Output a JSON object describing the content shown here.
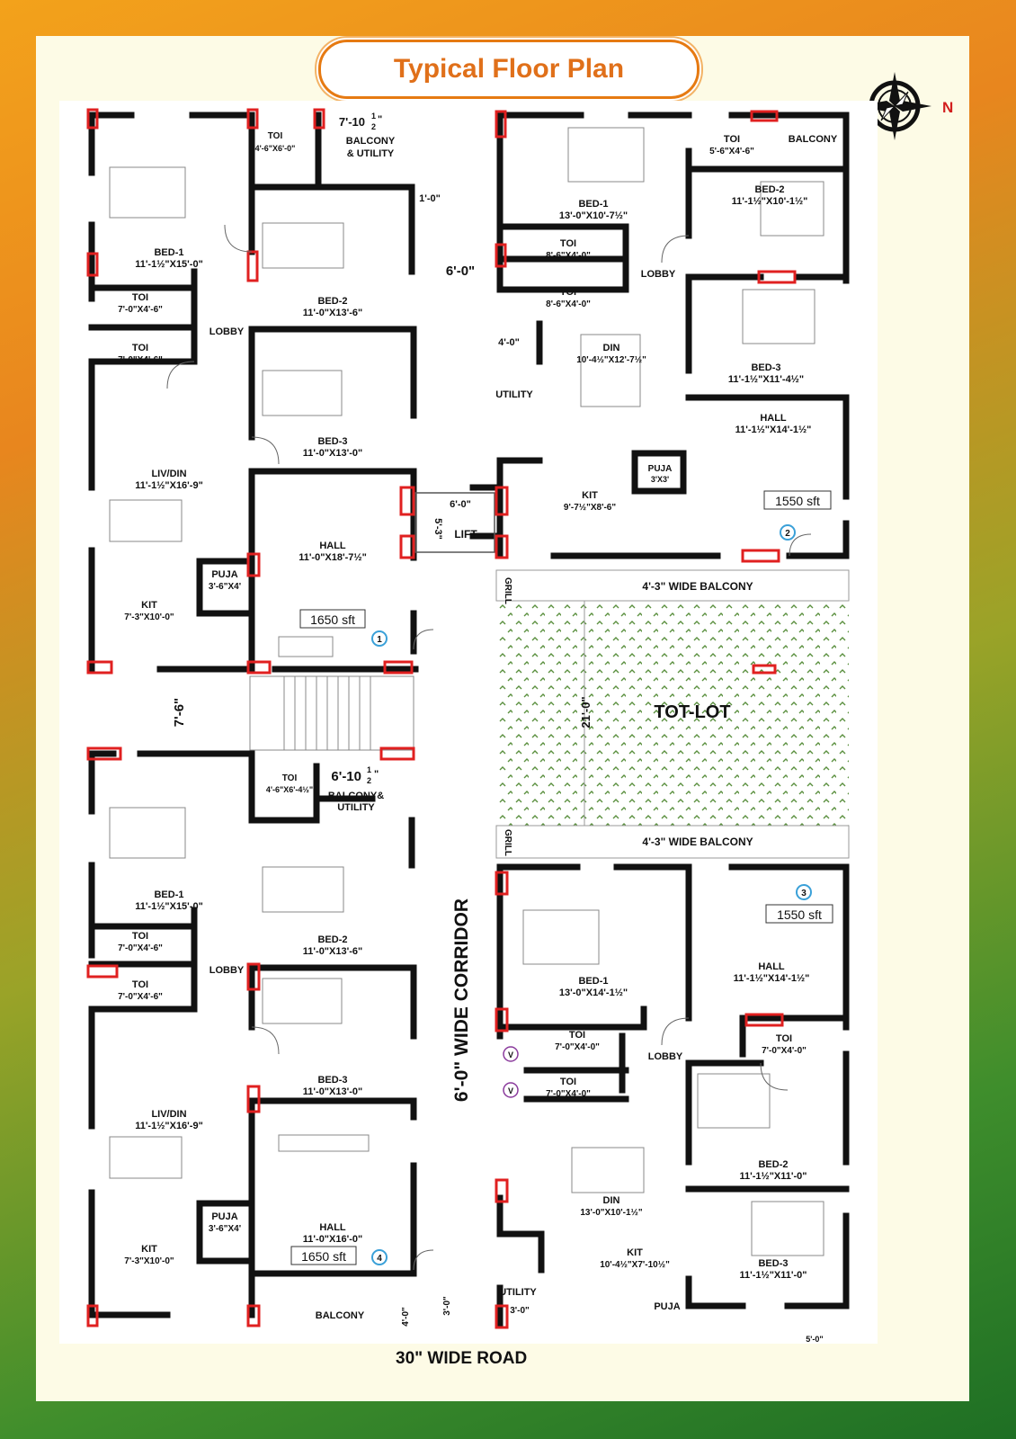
{
  "title": "Typical Floor Plan",
  "compass": {
    "north": "N",
    "icon": "compass-rose-icon"
  },
  "road": "30\" WIDE ROAD",
  "corridor": "6'-0\" WIDE CORRIDOR",
  "colors": {
    "accent": "#e67a12",
    "cream": "#fdfbe6",
    "window": "#e02020",
    "wall": "#111111"
  },
  "dims": {
    "d1": "7'-10",
    "d1f": "1",
    "d1f2": "2",
    "d1b": "\"",
    "d2": "1'-0\"",
    "d3": "6'-0\"",
    "d4": "4'-0\"",
    "d5": "6'-0\"",
    "d6": "5'-3\"",
    "d7": "7'-6\"",
    "d8": "6'-10",
    "d8f": "1",
    "d8f2": "2",
    "d8b": "\"",
    "d9": "21'-0\"",
    "d10": "4'-0\"",
    "d11": "3'-0\"",
    "d12": "3'-0\"",
    "d13": "5'-0\""
  },
  "flat1": {
    "number": "1",
    "area": "1650 sft",
    "toi_a": "TOI",
    "toi_a_dim": "4'-6\"X6'-0\"",
    "balcony": "BALCONY",
    "balcony2": "& UTILITY",
    "bed1": "BED-1",
    "bed1_dim": "11'-1½\"X15'-0\"",
    "bed2": "BED-2",
    "bed2_dim": "11'-0\"X13'-6\"",
    "toi_b": "TOI",
    "toi_b_dim": "7'-0\"X4'-6\"",
    "lobby": "LOBBY",
    "toi_c": "TOI",
    "toi_c_dim": "7'-0\"X4'-6\"",
    "bed3": "BED-3",
    "bed3_dim": "11'-0\"X13'-0\"",
    "liv": "LIV/DIN",
    "liv_dim": "11'-1½\"X16'-9\"",
    "hall": "HALL",
    "hall_dim": "11'-0\"X18'-7½\"",
    "puja": "PUJA",
    "puja_dim": "3'-6\"X4'",
    "kit": "KIT",
    "kit_dim": "7'-3\"X10'-0\""
  },
  "flat2": {
    "number": "2",
    "area": "1550 sft",
    "toi_a": "TOI",
    "toi_a_dim": "5'-6\"X4'-6\"",
    "balcony": "BALCONY",
    "bed1": "BED-1",
    "bed1_dim": "13'-0\"X10'-7½\"",
    "bed2": "BED-2",
    "bed2_dim": "11'-1½\"X10'-1½\"",
    "toi_b": "TOI",
    "toi_b_dim": "8'-6\"X4'-0\"",
    "lobby": "LOBBY",
    "toi_c": "TOI",
    "toi_c_dim": "8'-6\"X4'-0\"",
    "din": "DIN",
    "din_dim": "10'-4½\"X12'-7½\"",
    "utility": "UTILITY",
    "bed3": "BED-3",
    "bed3_dim": "11'-1½\"X11'-4½\"",
    "hall": "HALL",
    "hall_dim": "11'-1½\"X14'-1½\"",
    "puja": "PUJA",
    "puja_dim": "3'X3'",
    "kit": "KIT",
    "kit_dim": "9'-7½\"X8'-6\""
  },
  "common": {
    "lift": "LIFT",
    "grill": "GRILL",
    "balcony_wide": "4'-3\" WIDE BALCONY",
    "totlot": "TOT-LOT"
  },
  "flat4": {
    "number": "4",
    "area": "1650 sft",
    "toi_a": "TOI",
    "toi_a_dim": "4'-6\"X6'-4½\"",
    "balcony": "BALCONY&",
    "balcony2": "UTILITY",
    "bed1": "BED-1",
    "bed1_dim": "11'-1½\"X15'-0\"",
    "bed2": "BED-2",
    "bed2_dim": "11'-0\"X13'-6\"",
    "toi_b": "TOI",
    "toi_b_dim": "7'-0\"X4'-6\"",
    "lobby": "LOBBY",
    "toi_c": "TOI",
    "toi_c_dim": "7'-0\"X4'-6\"",
    "bed3": "BED-3",
    "bed3_dim": "11'-0\"X13'-0\"",
    "liv": "LIV/DIN",
    "liv_dim": "11'-1½\"X16'-9\"",
    "hall": "HALL",
    "hall_dim": "11'-0\"X16'-0\"",
    "puja": "PUJA",
    "puja_dim": "3'-6\"X4'",
    "kit": "KIT",
    "kit_dim": "7'-3\"X10'-0\"",
    "balcony_bottom": "BALCONY"
  },
  "flat3": {
    "number": "3",
    "area": "1550 sft",
    "bed1": "BED-1",
    "bed1_dim": "13'-0\"X14'-1½\"",
    "hall": "HALL",
    "hall_dim": "11'-1½\"X14'-1½\"",
    "toi_a": "TOI",
    "toi_a_dim": "7'-0\"X4'-0\"",
    "lobby": "LOBBY",
    "toi_b": "TOI",
    "toi_b_dim": "7'-0\"X4'-0\"",
    "toi_c": "TOI",
    "toi_c_dim": "7'-0\"X4'-0\"",
    "v": "V",
    "bed2": "BED-2",
    "bed2_dim": "11'-1½\"X11'-0\"",
    "din": "DIN",
    "din_dim": "13'-0\"X10'-1½\"",
    "kit": "KIT",
    "kit_dim": "10'-4½\"X7'-10½\"",
    "bed3": "BED-3",
    "bed3_dim": "11'-1½\"X11'-0\"",
    "utility": "UTILITY",
    "puja": "PUJA"
  }
}
